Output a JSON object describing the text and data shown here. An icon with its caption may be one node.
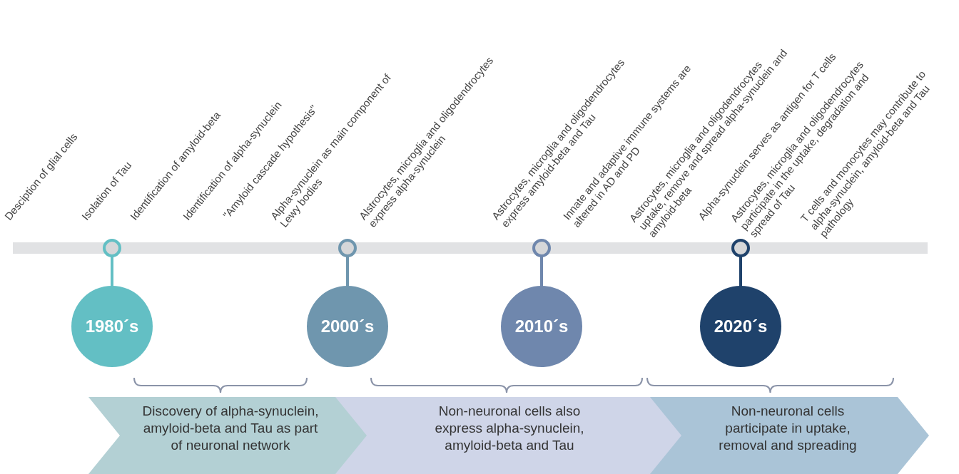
{
  "diagram": {
    "nodes": [
      {
        "text": [
          "1980´s"
        ]
      },
      {
        "text": [
          "2000´s"
        ]
      },
      {
        "text": [
          "2010´s"
        ]
      },
      {
        "text": [
          "2020´s"
        ]
      },
      {
        "text": [
          "Discovery of alpha-synuclein, amyloid-beta and Tau as part of neuronal network"
        ]
      },
      {
        "text": [
          "Non-neuronal cells also express alpha-synuclein, amyloid-beta and Tau"
        ]
      },
      {
        "text": [
          "Non-neuronal cells participate in uptake, removal and spreading"
        ]
      }
    ],
    "labels": [
      "Desciption of glial cells",
      "Isolation of Tau",
      "Identification of amyloid-beta",
      "Identification of alpha-synuclein",
      "\"Amyloid cascade hypothesis\"",
      "Alpha-synuclein as main component of Lewy bodies",
      "Alstrocytes, microglia and oligodendrocytes express alpha-synuclein",
      "Astrocytes, microglia and oligodendrocytes express amyloid-beta and Tau",
      "Innate and adaptive immune systems are altered in AD and PD",
      "Astrocytes, microglia and oligodendrocytes uptake, remove and spread alpha-synuclein and amyloid-beta",
      "Alpha-synuclein serves as antigen for T cells",
      "Astrocytes, microglia and oligodendrocytes participate in the uptake, degradation and spread of Tau",
      "T cells and monocytes may contribute to alpha-synuclein, amyloid-beta and Tau pathology"
    ]
  }
}
